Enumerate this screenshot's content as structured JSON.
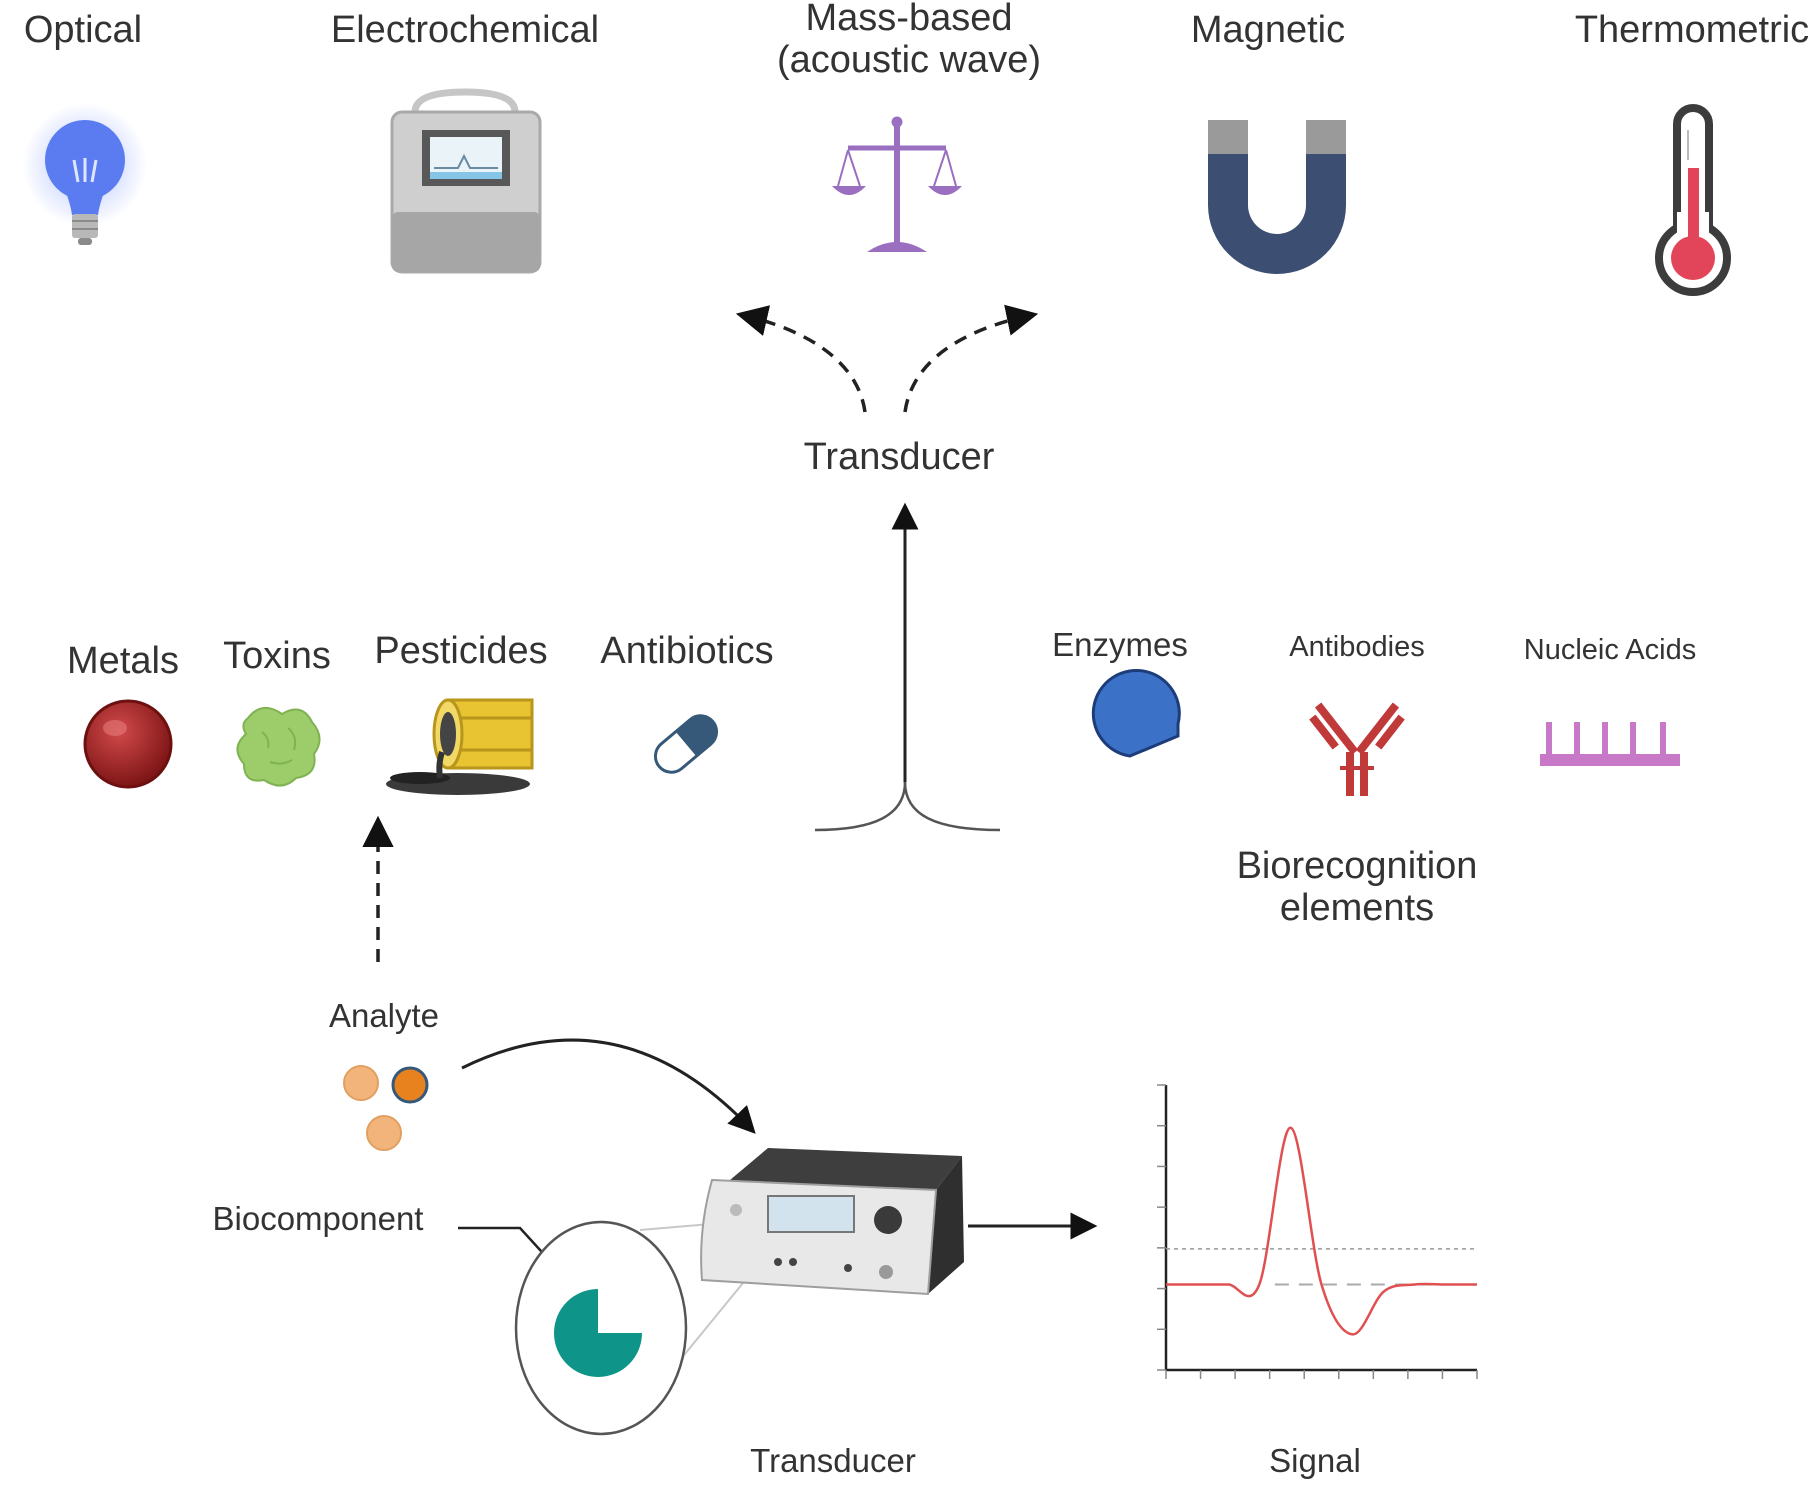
{
  "transducer_types": {
    "optical": "Optical",
    "electrochemical": "Electrochemical",
    "mass_line1": "Mass-based",
    "mass_line2": "(acoustic wave)",
    "magnetic": "Magnetic",
    "thermometric": "Thermometric"
  },
  "center_label": "Transducer",
  "analytes": {
    "metals": "Metals",
    "toxins": "Toxins",
    "pesticides": "Pesticides",
    "antibiotics": "Antibiotics"
  },
  "bio_elements": {
    "enzymes": "Enzymes",
    "antibodies": "Antibodies",
    "nucleic_acids": "Nucleic Acids",
    "group_line1": "Biorecognition",
    "group_line2": "elements"
  },
  "bottom": {
    "analyte": "Analyte",
    "biocomponent": "Biocomponent",
    "transducer": "Transducer",
    "signal": "Signal"
  },
  "colors": {
    "bulb": "#5a7cf0",
    "scale": "#9a6fc0",
    "magnet": "#3c4e72",
    "thermo_red": "#e2455a",
    "metal": "#a8282c",
    "toxin": "#9ccd6a",
    "barrel": "#e8c432",
    "pill": "#36597a",
    "enzyme": "#3b72c8",
    "antibody": "#c03a3a",
    "nucleic": "#c779c8",
    "biocomponent": "#0e9488",
    "signal_line": "#e05050"
  },
  "chart_data": {
    "type": "line",
    "title": "",
    "xlabel": "",
    "ylabel": "",
    "series": [
      {
        "x": [
          0,
          1,
          2,
          3,
          4,
          5,
          6,
          7,
          8,
          9,
          10
        ],
        "values": [
          0,
          0,
          0,
          0,
          4.4,
          0,
          -1.4,
          -0.2,
          0,
          0,
          0
        ]
      }
    ],
    "ylim": [
      -2.4,
      5.6
    ]
  }
}
